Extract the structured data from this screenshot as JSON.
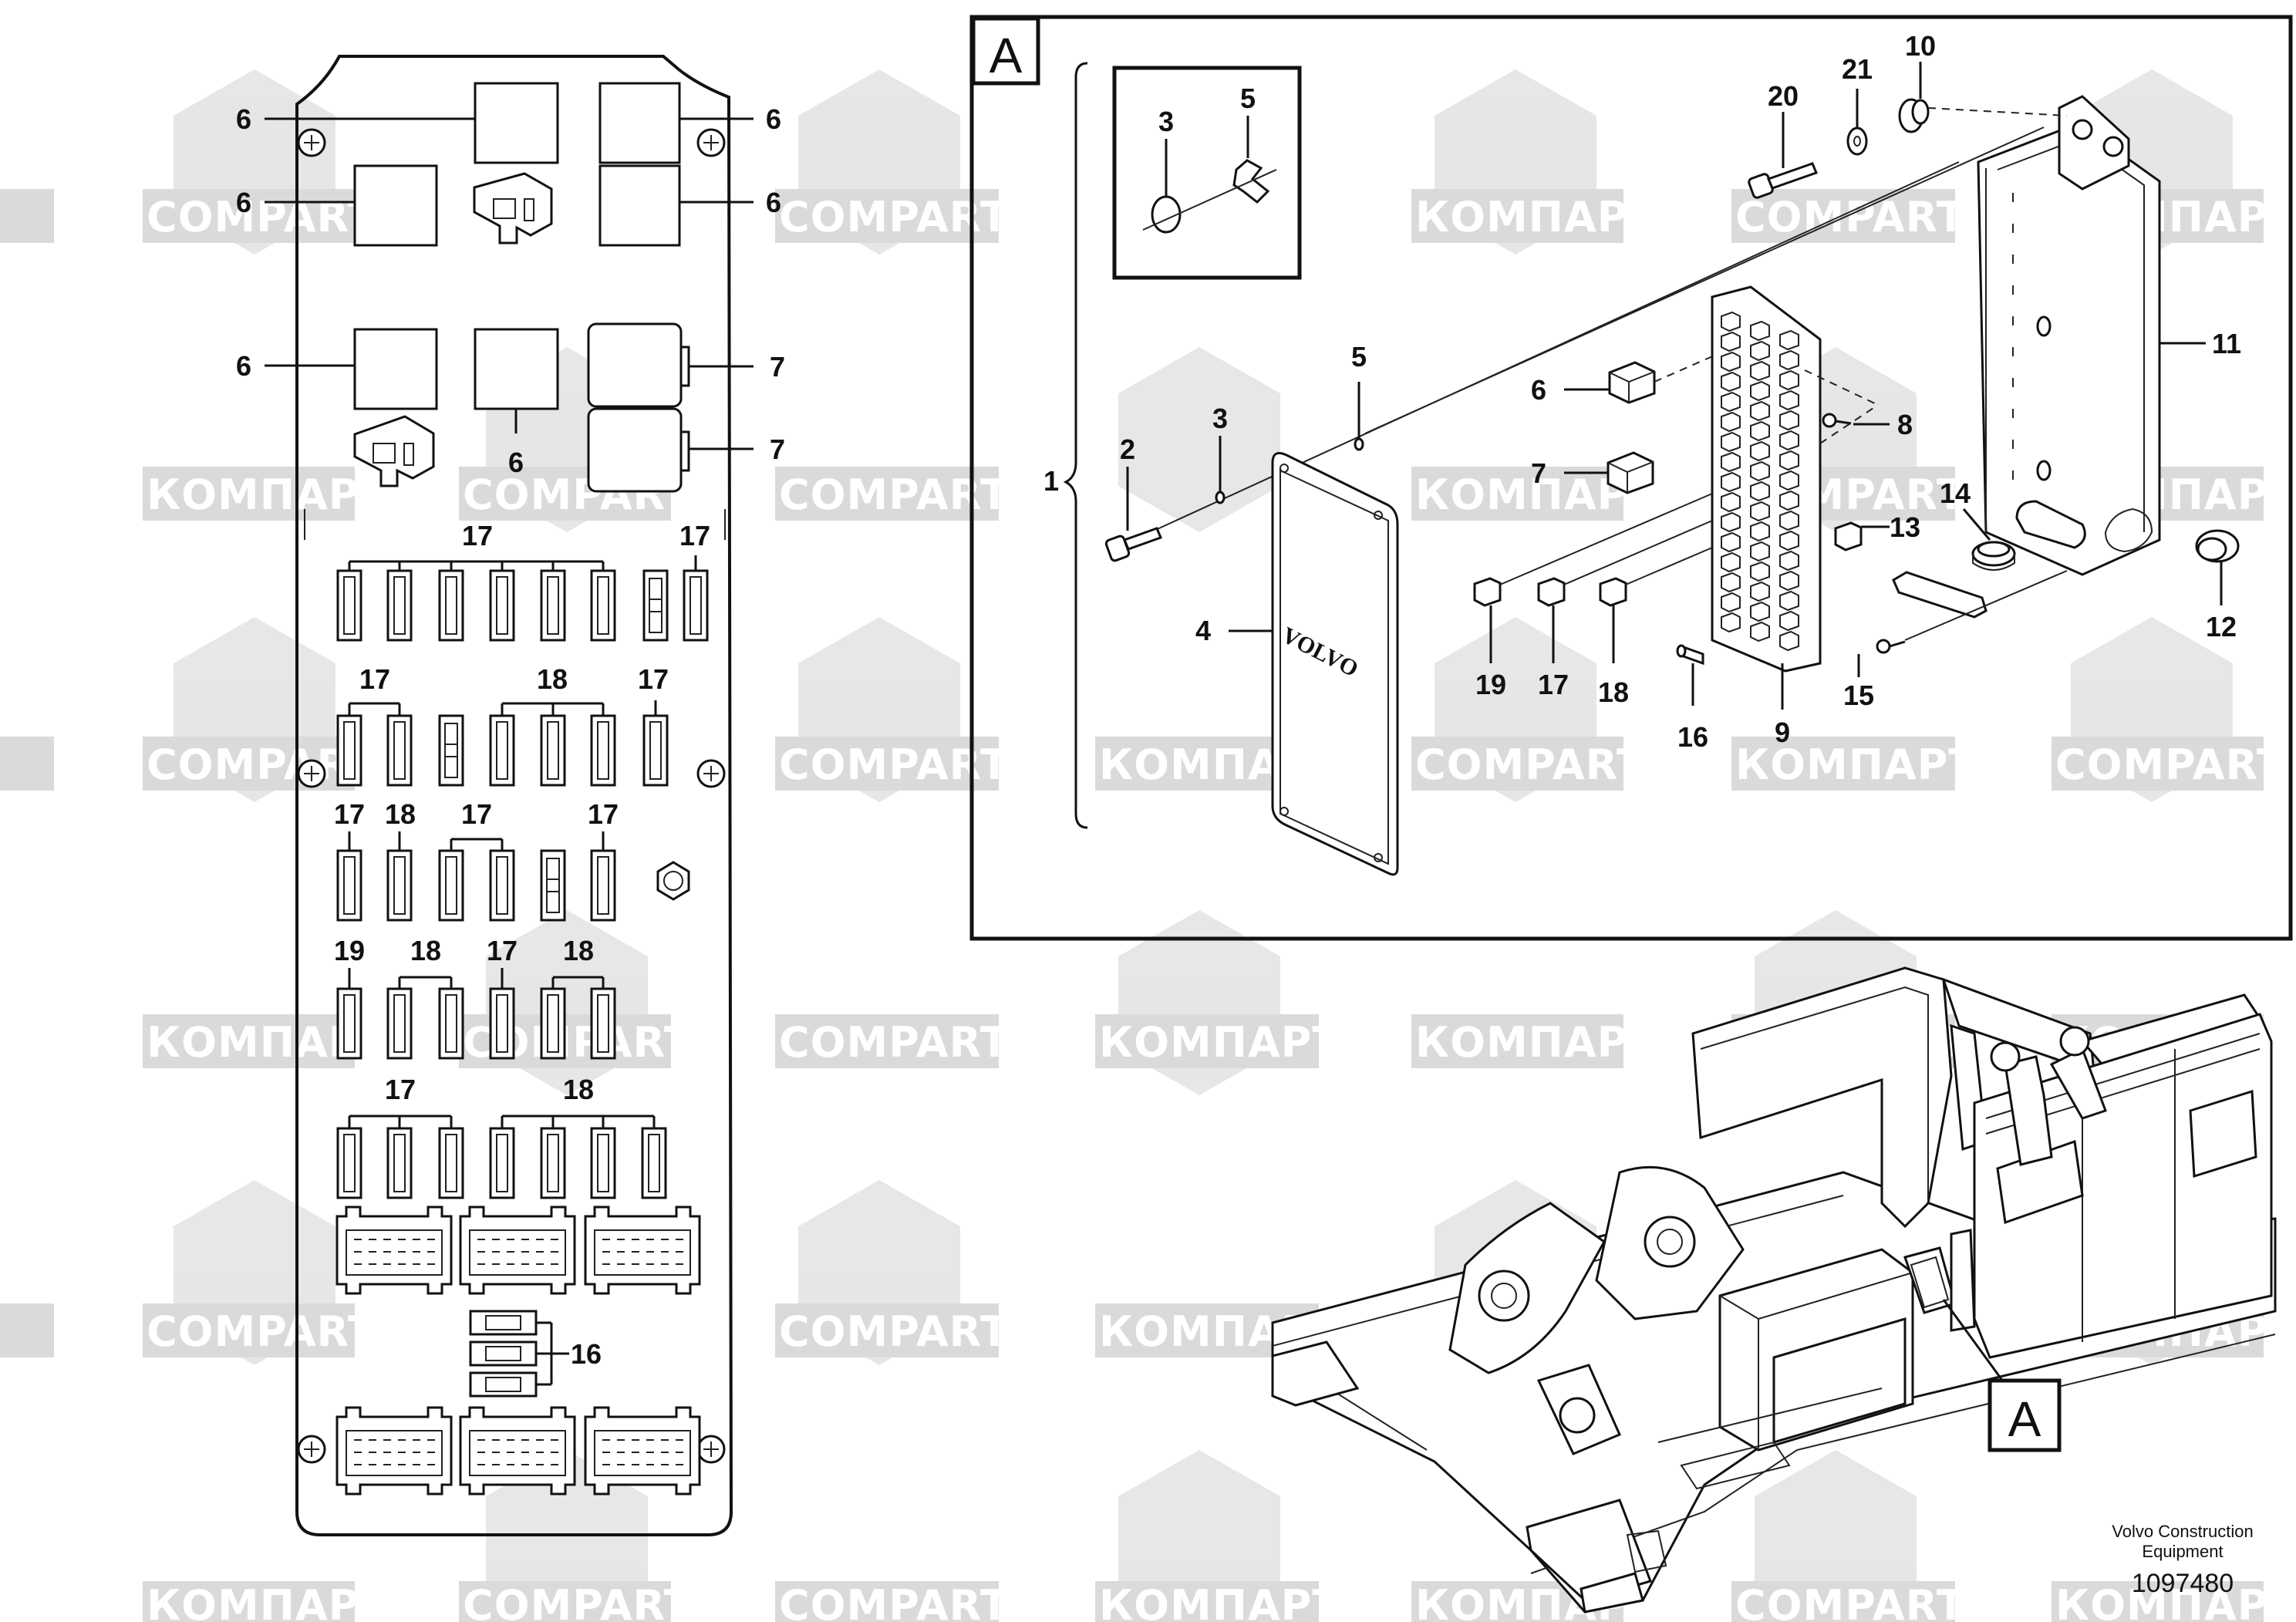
{
  "watermark": {
    "latin": "COMPART",
    "cyrillic": "КОМПАРТ"
  },
  "detail_view": {
    "label": "A"
  },
  "machine_view": {
    "callout_label": "A",
    "volvo_panel_text": "VOLVO"
  },
  "fuse_panel_labels": {
    "relay_tl": "6",
    "relay_tr": "6",
    "relay_ml": "6",
    "relay_mr": "6",
    "relay_bl": "6",
    "relay_bc": "6",
    "relay_br_top": "7",
    "relay_br_bot": "7",
    "row1_17a": "17",
    "row1_17b": "17",
    "row2_17a": "17",
    "row2_18": "18",
    "row2_17b": "17",
    "row3_17a": "17",
    "row3_18": "18",
    "row3_17b": "17",
    "row3_17c": "17",
    "row4_19": "19",
    "row4_18a": "18",
    "row4_17": "17",
    "row4_18b": "18",
    "row5_17": "17",
    "row5_18": "18",
    "diode_16": "16"
  },
  "exploded_labels": {
    "p1": "1",
    "p2": "2",
    "p3": "3",
    "p4": "4",
    "p5": "5",
    "inset3": "3",
    "inset5": "5",
    "p6": "6",
    "p7": "7",
    "p8": "8",
    "p9": "9",
    "p10": "10",
    "p11": "11",
    "p12": "12",
    "p13": "13",
    "p14": "14",
    "p15": "15",
    "p16": "16",
    "p17": "17",
    "p18": "18",
    "p19": "19",
    "p20": "20",
    "p21": "21"
  },
  "footer": {
    "company_line1": "Volvo Construction",
    "company_line2": "Equipment",
    "drawing_number": "1097480"
  }
}
